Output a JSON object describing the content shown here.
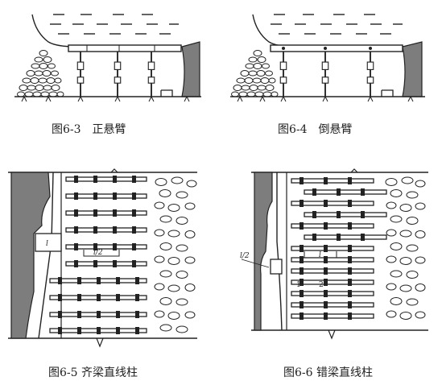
{
  "figures": [
    {
      "id": "6-3",
      "caption": "图6-3　正悬臂"
    },
    {
      "id": "6-4",
      "caption": "图6-4　倒悬臂"
    },
    {
      "id": "6-5",
      "caption": "图6-5 齐梁直线柱",
      "labels": [
        "l",
        "l/2"
      ]
    },
    {
      "id": "6-6",
      "caption": "图6-6 错梁直线柱",
      "labels": [
        "l/2",
        "l",
        "1",
        "2"
      ]
    }
  ],
  "colors": {
    "ink": "#222222",
    "rock_fill": "#7d7d7d",
    "background": "#ffffff"
  }
}
